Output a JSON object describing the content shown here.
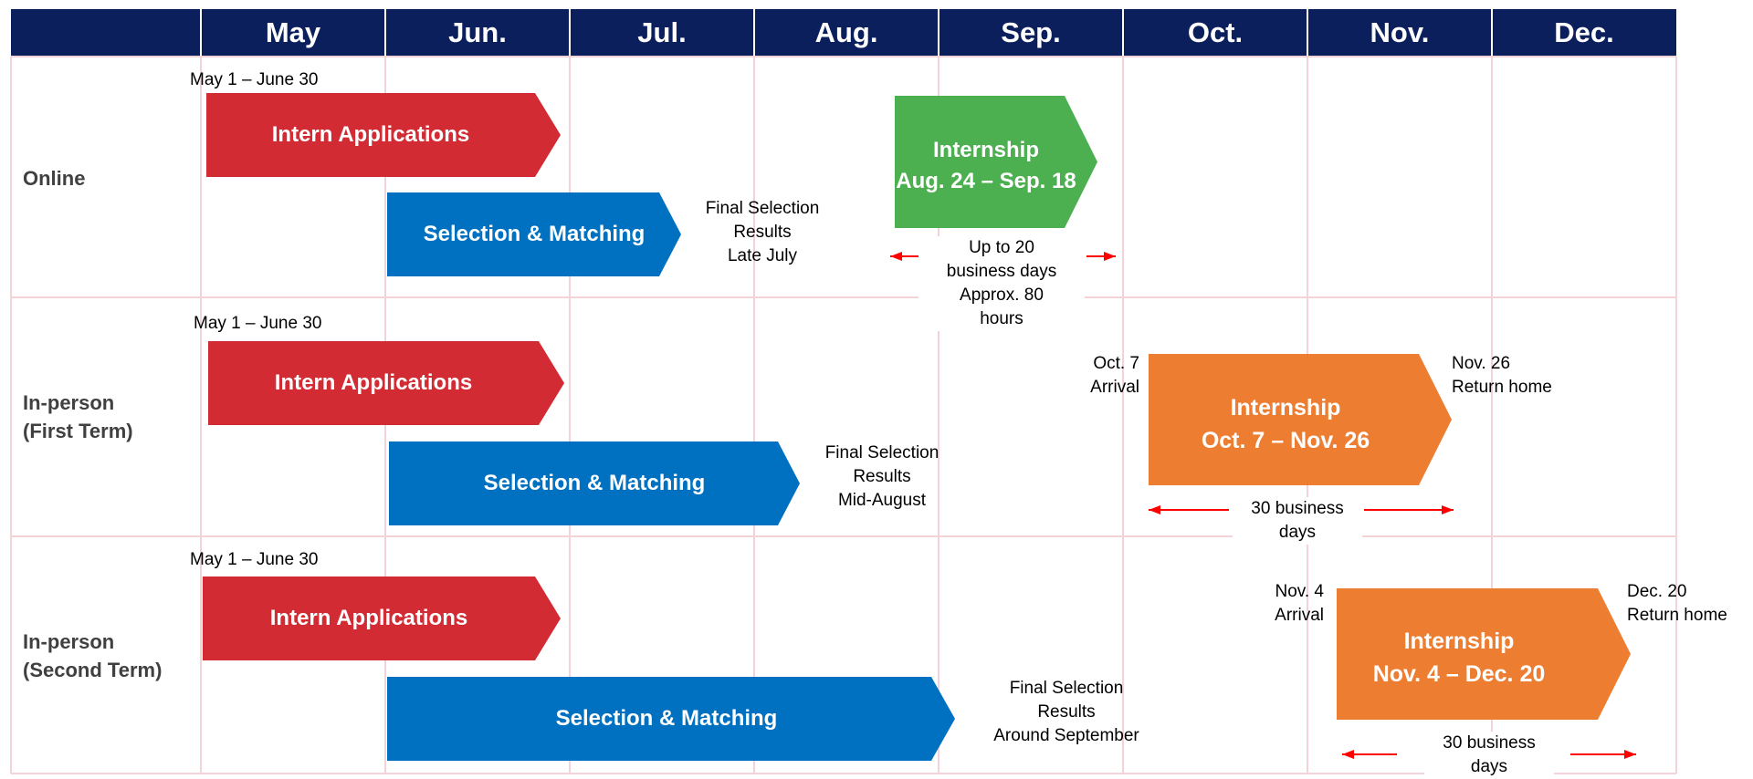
{
  "months": [
    "May",
    "Jun.",
    "Jul.",
    "Aug.",
    "Sep.",
    "Oct.",
    "Nov.",
    "Dec."
  ],
  "colors": {
    "header": "#0b1f5c",
    "grid": "#f4d3d8",
    "applications": "#d22b33",
    "selection": "#0070c0",
    "internship_online": "#4caf50",
    "internship_inperson": "#ed7d31",
    "arrow": "#ff0000"
  },
  "rows": [
    {
      "label": "Online",
      "period_note": "May 1 – June 30",
      "applications": "Intern Applications",
      "selection": "Selection & Matching",
      "result_note": "Final Selection\nResults\nLate July",
      "internship": "Internship\nAug. 24 – Sep. 18",
      "duration_note": "Up to 20\nbusiness days\nApprox. 80\nhours"
    },
    {
      "label": "In-person\n(First Term)",
      "period_note": "May 1 – June 30",
      "applications": "Intern Applications",
      "selection": "Selection & Matching",
      "result_note": "Final Selection\nResults\nMid-August",
      "arrival_note": "Oct. 7\nArrival",
      "internship": "Internship\nOct. 7 – Nov. 26",
      "return_note": "Nov. 26\nReturn home",
      "duration_note": "30 business\ndays"
    },
    {
      "label": "In-person\n(Second Term)",
      "period_note": "May 1 – June 30",
      "applications": "Intern Applications",
      "selection": "Selection & Matching",
      "result_note": "Final Selection\nResults\nAround September",
      "arrival_note": "Nov. 4\nArrival",
      "internship": "Internship\nNov. 4 – Dec. 20",
      "return_note": "Dec. 20\nReturn home",
      "duration_note": "30 business\ndays"
    }
  ]
}
